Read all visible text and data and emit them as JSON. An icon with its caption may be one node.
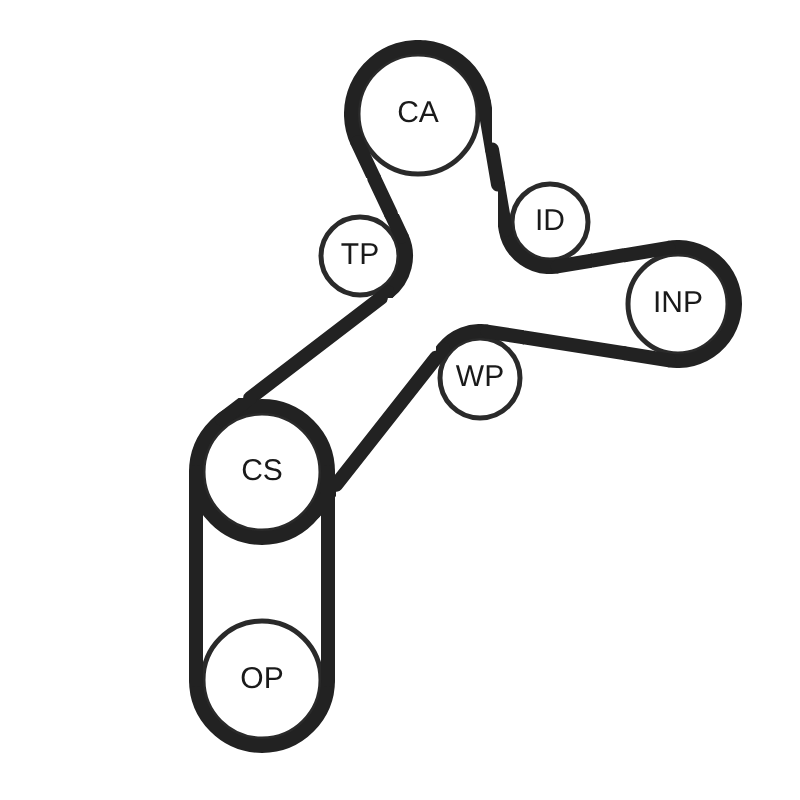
{
  "diagram": {
    "nodes": [
      {
        "text": [
          "CA"
        ]
      },
      {
        "text": [
          "TP"
        ]
      },
      {
        "text": [
          "ID"
        ]
      },
      {
        "text": [
          "INP"
        ]
      },
      {
        "text": [
          "WP"
        ]
      },
      {
        "text": [
          "CS"
        ]
      },
      {
        "text": [
          "OP"
        ]
      }
    ],
    "edges": [
      {
        "from": 0,
        "to": 2,
        "arrow": "none"
      },
      {
        "from": 2,
        "to": 3,
        "arrow": "none"
      },
      {
        "from": 3,
        "to": 4,
        "arrow": "none"
      },
      {
        "from": 4,
        "to": 5,
        "arrow": "none"
      },
      {
        "from": 5,
        "to": 1,
        "arrow": "none"
      },
      {
        "from": 1,
        "to": 0,
        "arrow": "none"
      },
      {
        "from": 5,
        "to": 6,
        "arrow": "none"
      },
      {
        "from": 5,
        "to": 6,
        "arrow": "none"
      }
    ]
  }
}
